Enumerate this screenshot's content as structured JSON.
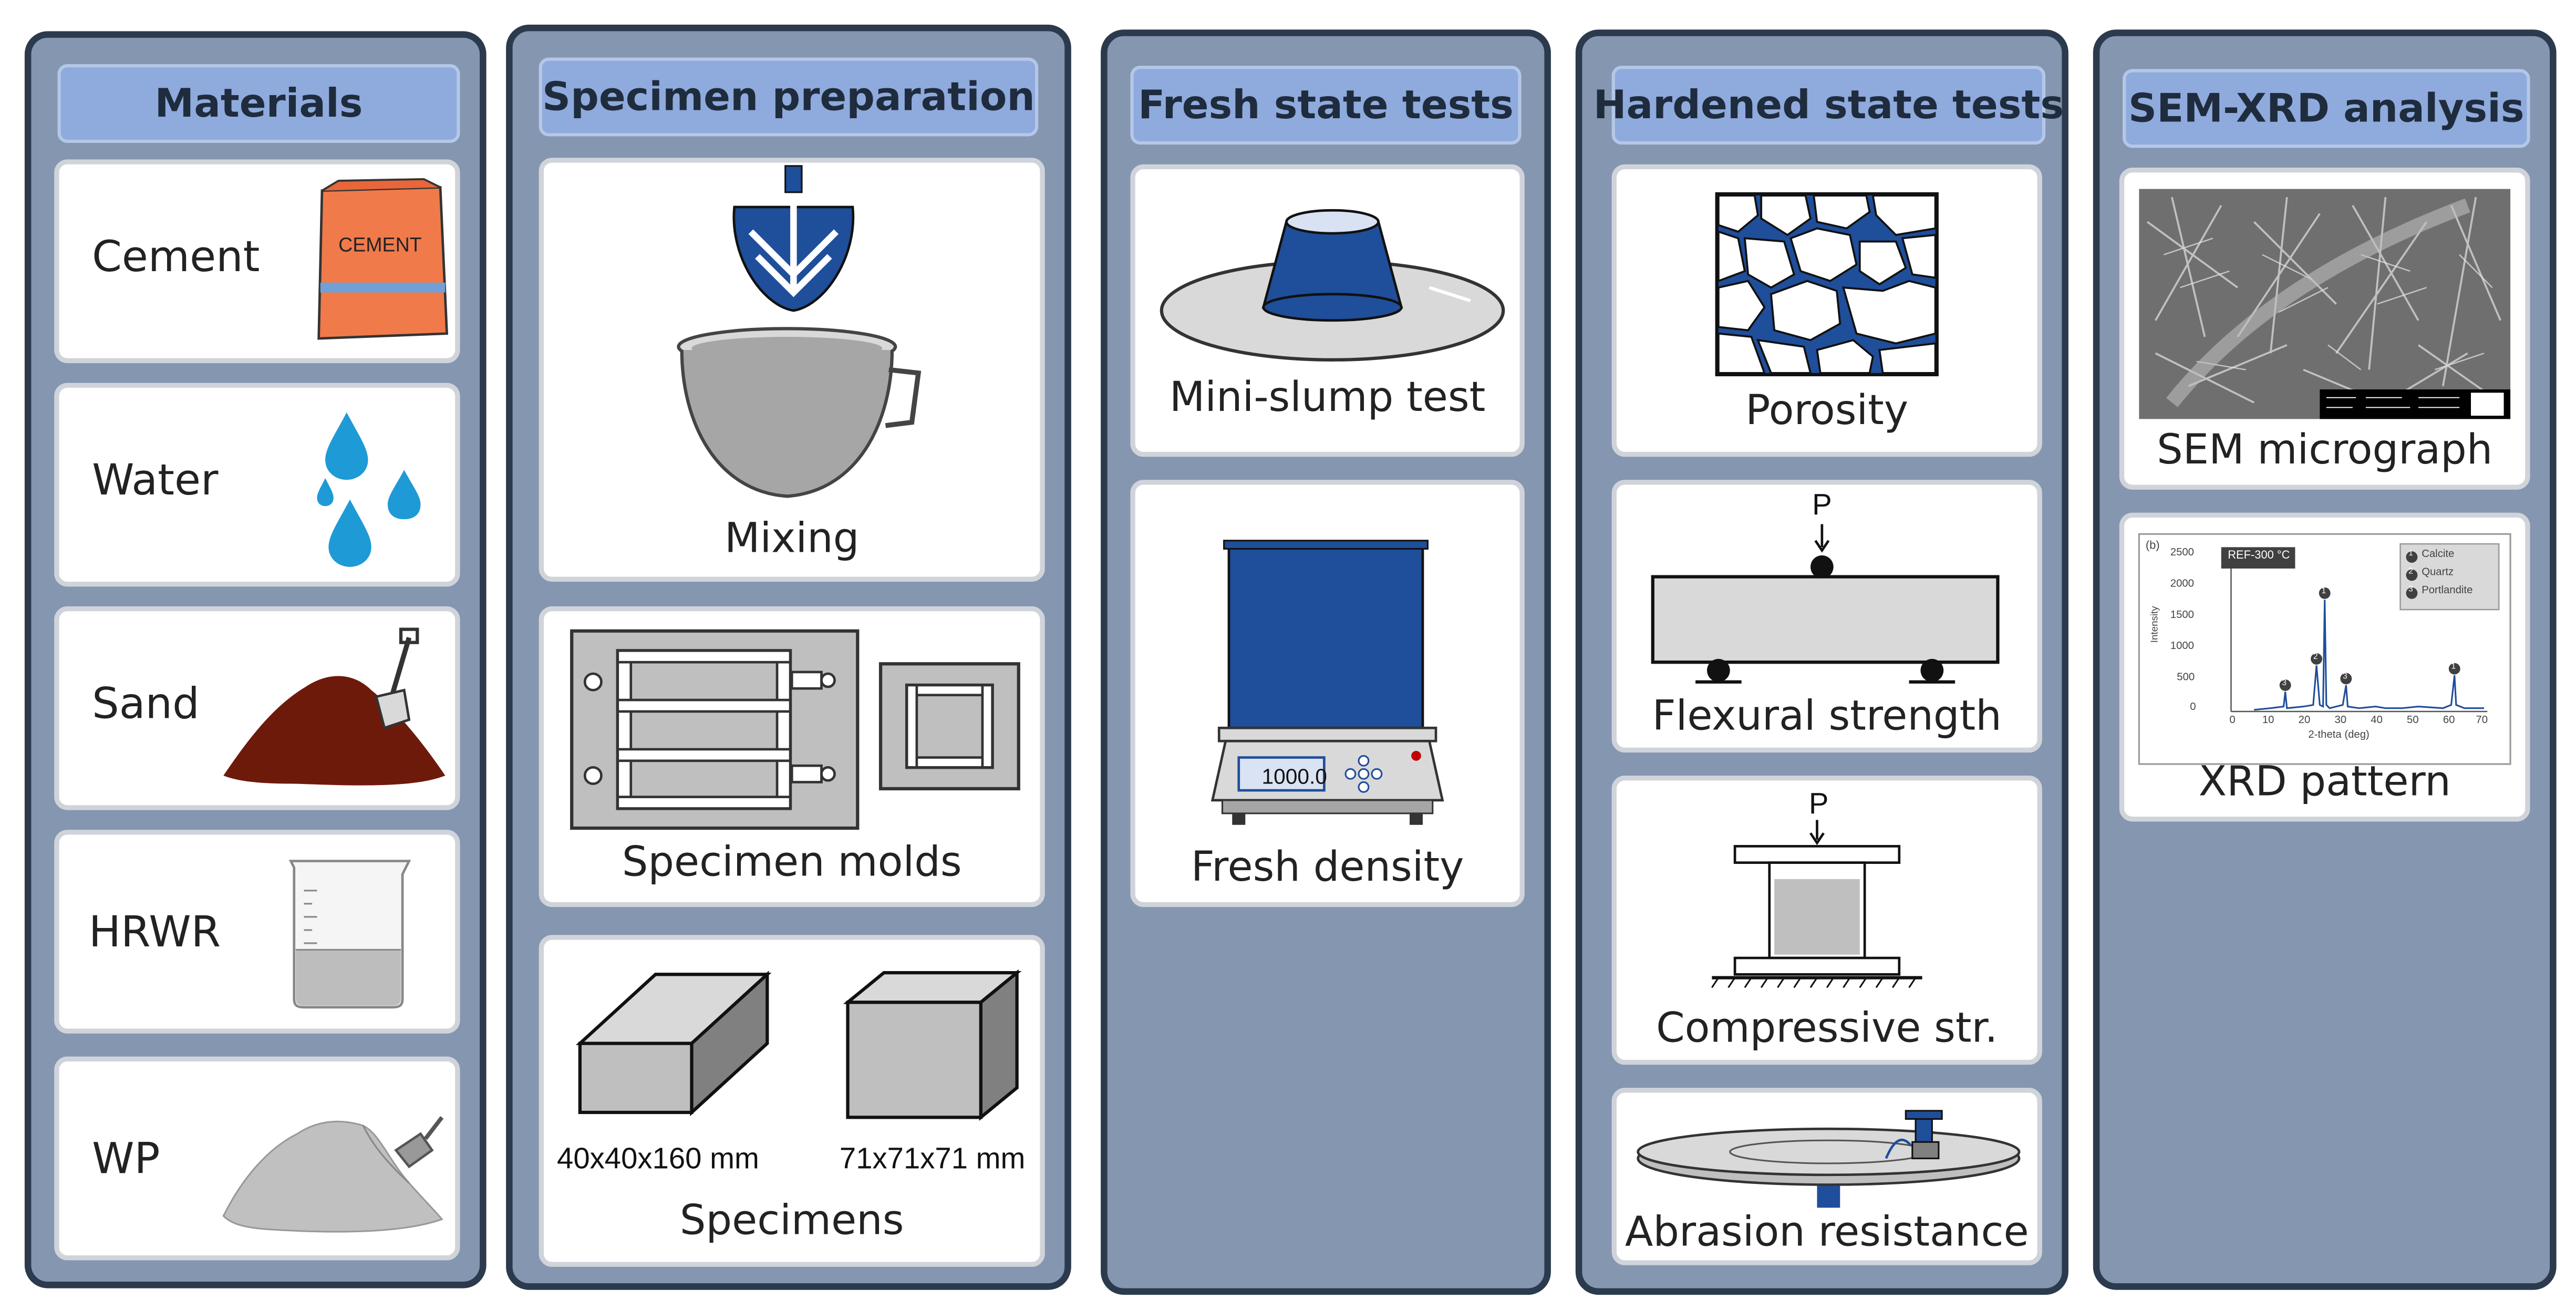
{
  "columns": [
    {
      "title": "Materials",
      "items": [
        "Cement",
        "Water",
        "Sand",
        "HRWR",
        "WP"
      ]
    },
    {
      "title": "Specimen preparation",
      "items": [
        "Mixing",
        "Specimen molds",
        "Specimens"
      ],
      "dims": [
        "40x40x160 mm",
        "71x71x71 mm"
      ]
    },
    {
      "title": "Fresh state tests",
      "items": [
        "Mini-slump test",
        "Fresh density"
      ],
      "scale_display": "1000.0"
    },
    {
      "title": "Hardened state tests",
      "items": [
        "Porosity",
        "Flexural strength",
        "Compressive str.",
        "Abrasion resistance"
      ],
      "load_label": "P"
    },
    {
      "title": "SEM-XRD analysis",
      "items": [
        "SEM micrograph",
        "XRD pattern"
      ]
    }
  ],
  "cement_bag_text": "CEMENT",
  "xrd": {
    "panel_label": "(b)",
    "sample_tag": "REF-300 °C",
    "ylabel": "Intensity",
    "xlabel": "2-theta (deg)",
    "yticks": [
      "2500",
      "2000",
      "1500",
      "1000",
      "500",
      "0"
    ],
    "xticks": [
      "0",
      "10",
      "20",
      "30",
      "40",
      "50",
      "60",
      "70"
    ],
    "legend": [
      {
        "num": "1",
        "name": "Calcite"
      },
      {
        "num": "2",
        "name": "Quartz"
      },
      {
        "num": "3",
        "name": "Portlandite"
      }
    ]
  },
  "colors": {
    "column_bg": "#8496b0",
    "header_bg": "#8faadc",
    "border_dark": "#2b3a4c",
    "accent_blue": "#1f4e9a"
  }
}
